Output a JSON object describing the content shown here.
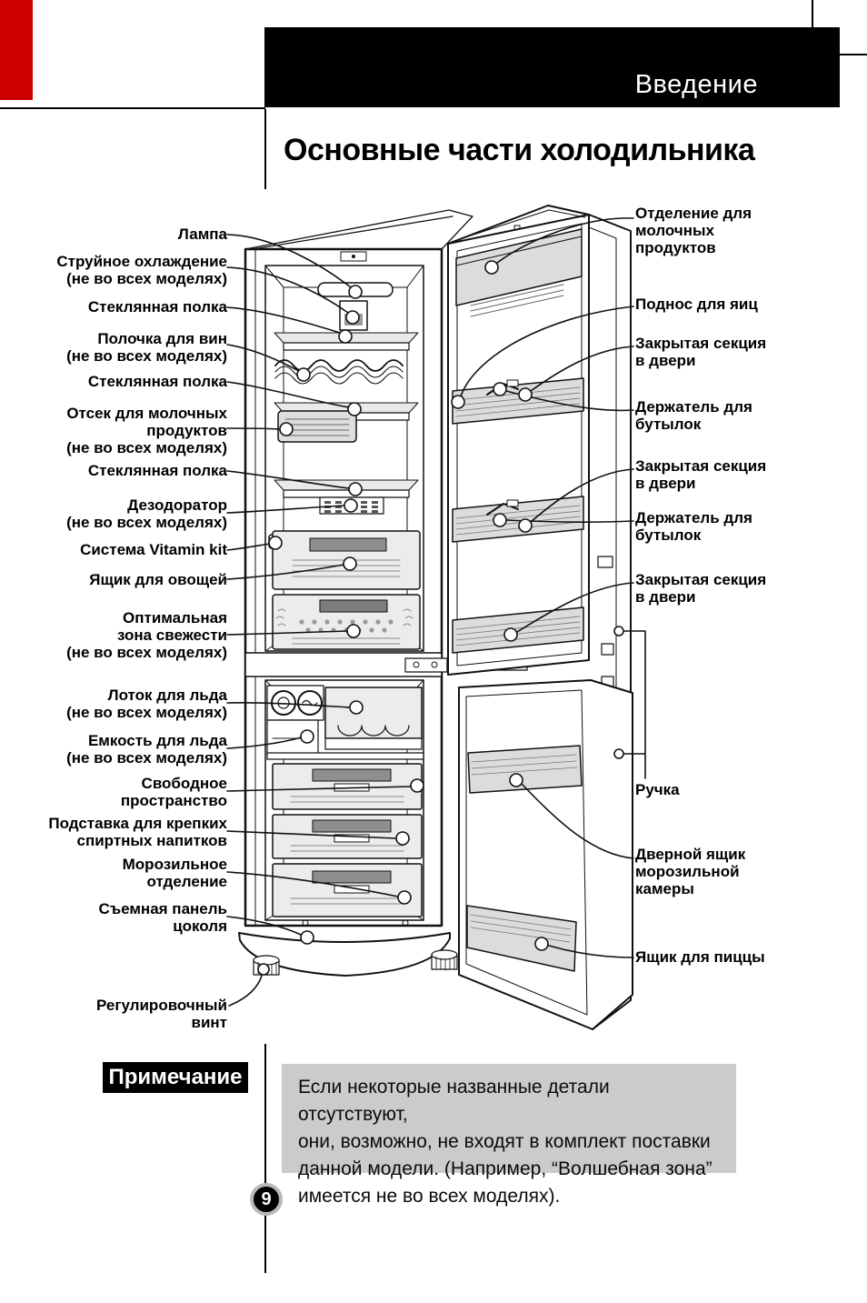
{
  "header": {
    "section": "Введение",
    "title": "Основные части холодильника"
  },
  "diagram": {
    "left_labels": [
      {
        "lines": [
          "Лампа"
        ]
      },
      {
        "lines": [
          "Струйное охлаждение",
          "(не во всех моделях)"
        ]
      },
      {
        "lines": [
          "Стеклянная полка"
        ]
      },
      {
        "lines": [
          "Полочка для вин",
          "(не во всех моделях)"
        ]
      },
      {
        "lines": [
          "Стеклянная полка"
        ]
      },
      {
        "lines": [
          "Отсек для молочных",
          "продуктов",
          "(не во всех моделях)"
        ]
      },
      {
        "lines": [
          "Стеклянная полка"
        ]
      },
      {
        "lines": [
          "Дезодоратор",
          "(не во всех моделях)"
        ]
      },
      {
        "lines": [
          "Система Vitamin kit"
        ]
      },
      {
        "lines": [
          "Ящик для овощей"
        ]
      },
      {
        "lines": [
          "Оптимальная",
          "зона свежести",
          "(не во всех моделях)"
        ]
      },
      {
        "lines": [
          "Лоток для льда",
          "(не во всех моделях)"
        ]
      },
      {
        "lines": [
          "Емкость для льда",
          "(не во всех моделях)"
        ]
      },
      {
        "lines": [
          "Свободное",
          "пространство"
        ]
      },
      {
        "lines": [
          "Подставка для крепких",
          "спиртных напитков"
        ]
      },
      {
        "lines": [
          "Морозильное",
          "отделение"
        ]
      },
      {
        "lines": [
          "Съемная панель",
          "цоколя"
        ]
      },
      {
        "lines": [
          "Регулировочный",
          "винт"
        ]
      }
    ],
    "right_labels": [
      {
        "lines": [
          "Отделение для",
          "молочных",
          "продуктов"
        ]
      },
      {
        "lines": [
          "Поднос для яиц"
        ]
      },
      {
        "lines": [
          "Закрытая секция",
          "в двери"
        ]
      },
      {
        "lines": [
          "Держатель для",
          "бутылок"
        ]
      },
      {
        "lines": [
          "Закрытая секция",
          "в двери"
        ]
      },
      {
        "lines": [
          "Держатель для",
          "бутылок"
        ]
      },
      {
        "lines": [
          "Закрытая секция",
          "в двери"
        ]
      },
      {
        "lines": [
          "Ручка"
        ]
      },
      {
        "lines": [
          "Дверной ящик",
          "морозильной",
          "камеры"
        ]
      },
      {
        "lines": [
          "Ящик для пиццы"
        ]
      }
    ]
  },
  "note": {
    "badge": "Примечание",
    "text": "Если некоторые названные детали отсутствуют,\nони, возможно, не входят в комплект поставки\nданной модели. (Например, “Волшебная зона”\nимеется не во всех моделях)."
  },
  "page_number": "9",
  "colors": {
    "header_bar": "#000000",
    "note_bg": "#cbcbcb",
    "corner_mark": "#cc0000"
  }
}
